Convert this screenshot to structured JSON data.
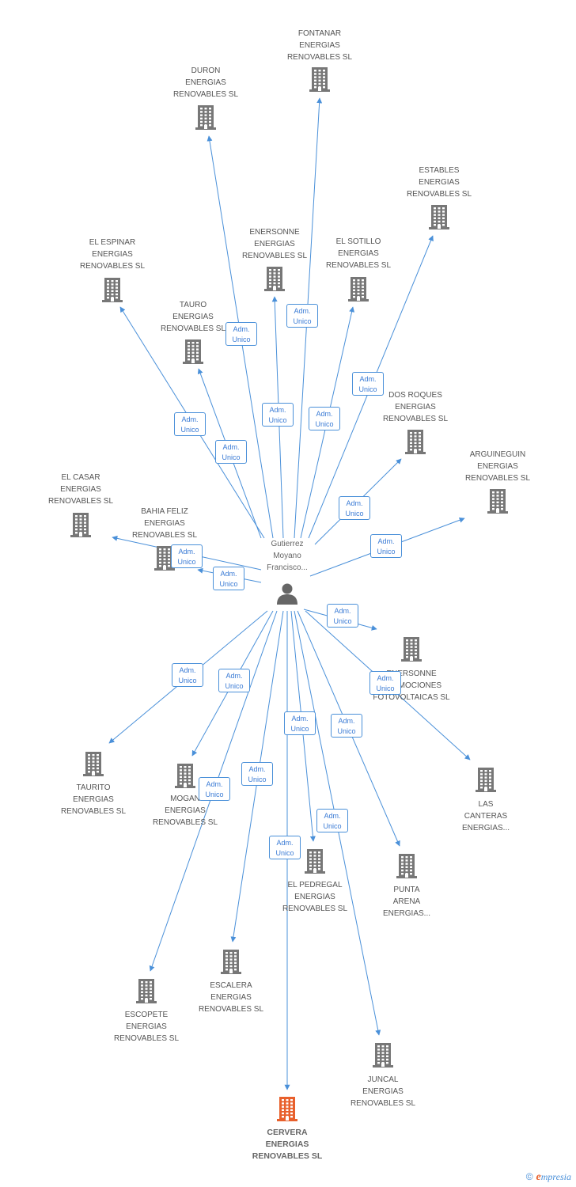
{
  "colors": {
    "edge": "#4a90d9",
    "building": "#777777",
    "building_highlight": "#e8602c",
    "person": "#666666",
    "label": "#555555"
  },
  "center": {
    "label": "Gutierrez\nMoyano\nFrancisco...",
    "icon": "person-icon"
  },
  "relation_label": "Adm.\nUnico",
  "companies": [
    {
      "id": "fontanar",
      "label": "FONTANAR\nENERGIAS\nRENOVABLES SL",
      "icon": "building-icon"
    },
    {
      "id": "duron",
      "label": "DURON\nENERGIAS\nRENOVABLES SL",
      "icon": "building-icon"
    },
    {
      "id": "estables",
      "label": "ESTABLES\nENERGIAS\nRENOVABLES SL",
      "icon": "building-icon"
    },
    {
      "id": "el-espinar",
      "label": "EL ESPINAR\nENERGIAS\nRENOVABLES SL",
      "icon": "building-icon"
    },
    {
      "id": "enersonne",
      "label": "ENERSONNE\nENERGIAS\nRENOVABLES SL",
      "icon": "building-icon"
    },
    {
      "id": "el-sotillo",
      "label": "EL SOTILLO\nENERGIAS\nRENOVABLES SL",
      "icon": "building-icon"
    },
    {
      "id": "tauro",
      "label": "TAURO\nENERGIAS\nRENOVABLES SL",
      "icon": "building-icon"
    },
    {
      "id": "dos-roques",
      "label": "DOS ROQUES\nENERGIAS\nRENOVABLES SL",
      "icon": "building-icon"
    },
    {
      "id": "arguineguin",
      "label": "ARGUINEGUIN\nENERGIAS\nRENOVABLES SL",
      "icon": "building-icon"
    },
    {
      "id": "el-casar",
      "label": "EL CASAR\nENERGIAS\nRENOVABLES SL",
      "icon": "building-icon"
    },
    {
      "id": "bahia-feliz",
      "label": "BAHIA FELIZ\nENERGIAS\nRENOVABLES SL",
      "icon": "building-icon"
    },
    {
      "id": "enersonne-fv",
      "label": "ENERSONNE\nPROMOCIONES\nFOTOVOLTAICAS SL",
      "icon": "building-icon"
    },
    {
      "id": "taurito",
      "label": "TAURITO\nENERGIAS\nRENOVABLES SL",
      "icon": "building-icon"
    },
    {
      "id": "mogan",
      "label": "MOGAN\nENERGIAS\nRENOVABLES SL",
      "icon": "building-icon"
    },
    {
      "id": "las-canteras",
      "label": "LAS\nCANTERAS\nENERGIAS...",
      "icon": "building-icon"
    },
    {
      "id": "el-pedregal",
      "label": "EL PEDREGAL\nENERGIAS\nRENOVABLES SL",
      "icon": "building-icon"
    },
    {
      "id": "punta-arena",
      "label": "PUNTA\nARENA\nENERGIAS...",
      "icon": "building-icon"
    },
    {
      "id": "escalera",
      "label": "ESCALERA\nENERGIAS\nRENOVABLES SL",
      "icon": "building-icon"
    },
    {
      "id": "escopete",
      "label": "ESCOPETE\nENERGIAS\nRENOVABLES SL",
      "icon": "building-icon"
    },
    {
      "id": "juncal",
      "label": "JUNCAL\nENERGIAS\nRENOVABLES SL",
      "icon": "building-icon"
    },
    {
      "id": "cervera",
      "label": "CERVERA\nENERGIAS\nRENOVABLES SL",
      "icon": "building-highlight-icon",
      "highlight": true
    }
  ],
  "brand": {
    "copyright": "©",
    "name_initial": "e",
    "name_rest": "mpresia"
  }
}
